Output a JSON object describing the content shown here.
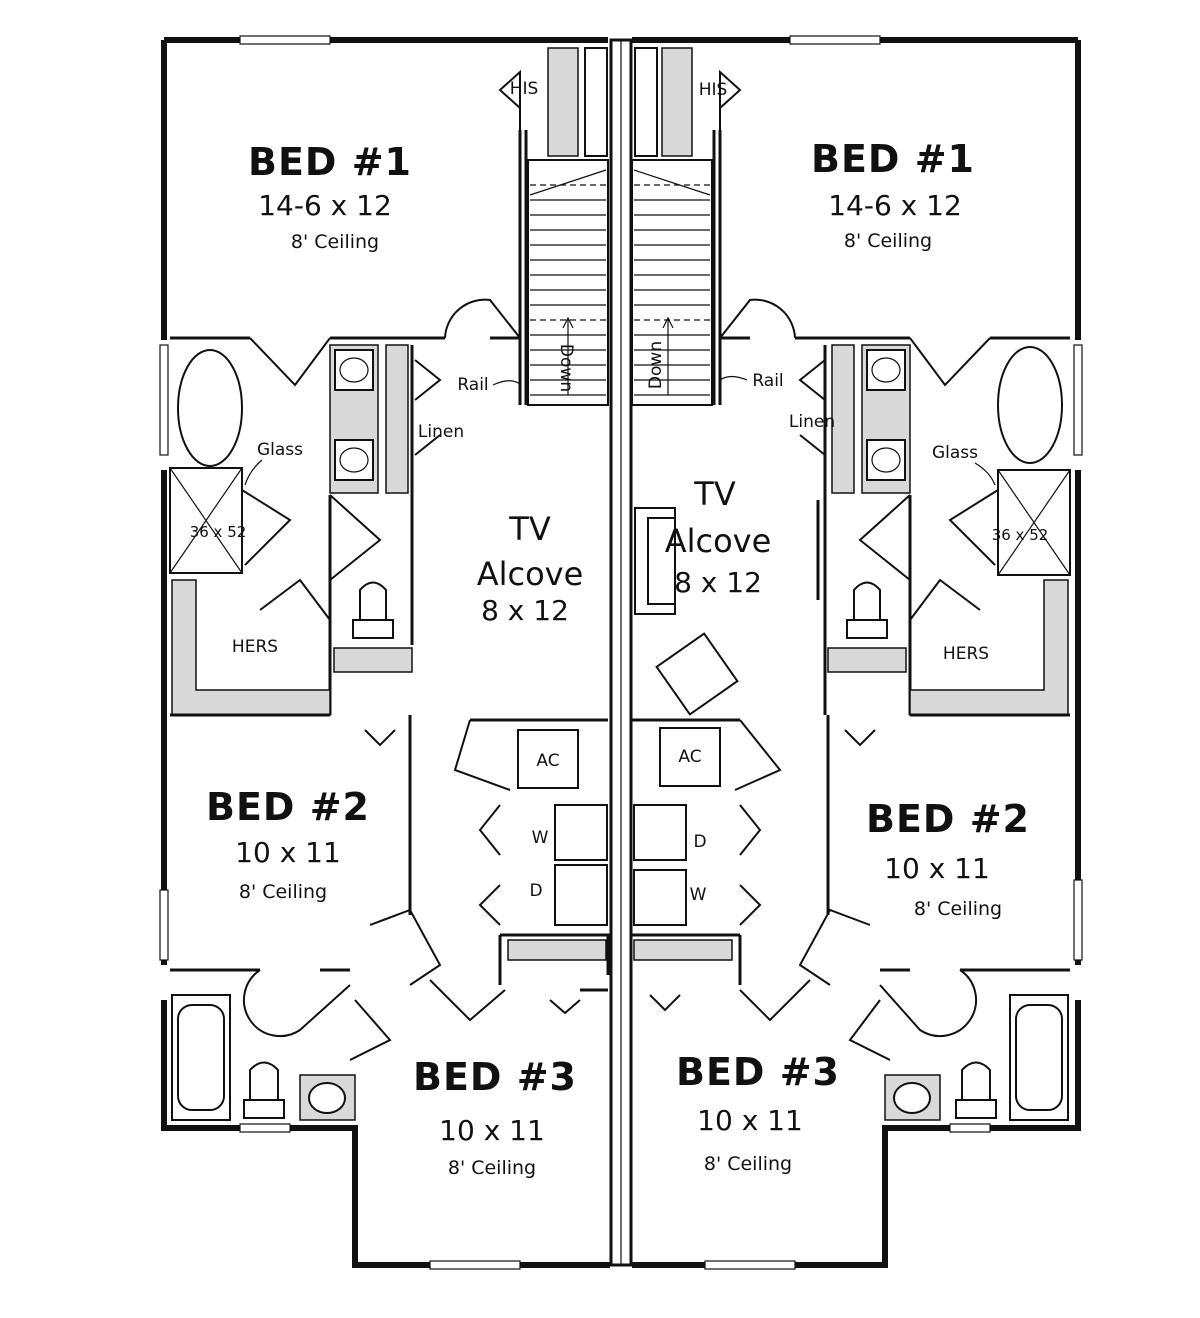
{
  "left_unit": {
    "bed1": {
      "name": "BED #1",
      "dims": "14-6 x 12",
      "ceiling": "8' Ceiling"
    },
    "bed2": {
      "name": "BED #2",
      "dims": "10 x 11",
      "ceiling": "8' Ceiling"
    },
    "bed3": {
      "name": "BED #3",
      "dims": "10 x 11",
      "ceiling": "8' Ceiling"
    },
    "tv": {
      "line1": "TV",
      "line2": "Alcove",
      "dims": "8 x 12"
    },
    "labels": {
      "his": "HIS",
      "hers": "HERS",
      "linen": "Linen",
      "rail": "Rail",
      "down": "Down",
      "glass": "Glass",
      "shower": "36 x 52",
      "ac": "AC",
      "washer": "W",
      "dryer": "D"
    }
  },
  "right_unit": {
    "bed1": {
      "name": "BED #1",
      "dims": "14-6 x 12",
      "ceiling": "8' Ceiling"
    },
    "bed2": {
      "name": "BED #2",
      "dims": "10 x 11",
      "ceiling": "8' Ceiling"
    },
    "bed3": {
      "name": "BED #3",
      "dims": "10 x 11",
      "ceiling": "8' Ceiling"
    },
    "tv": {
      "line1": "TV",
      "line2": "Alcove",
      "dims": "8 x 12"
    },
    "labels": {
      "his": "HIS",
      "hers": "HERS",
      "linen": "Linen",
      "rail": "Rail",
      "down": "Down",
      "glass": "Glass",
      "shower": "36 x 52",
      "ac": "AC",
      "washer": "W",
      "dryer": "D"
    }
  }
}
